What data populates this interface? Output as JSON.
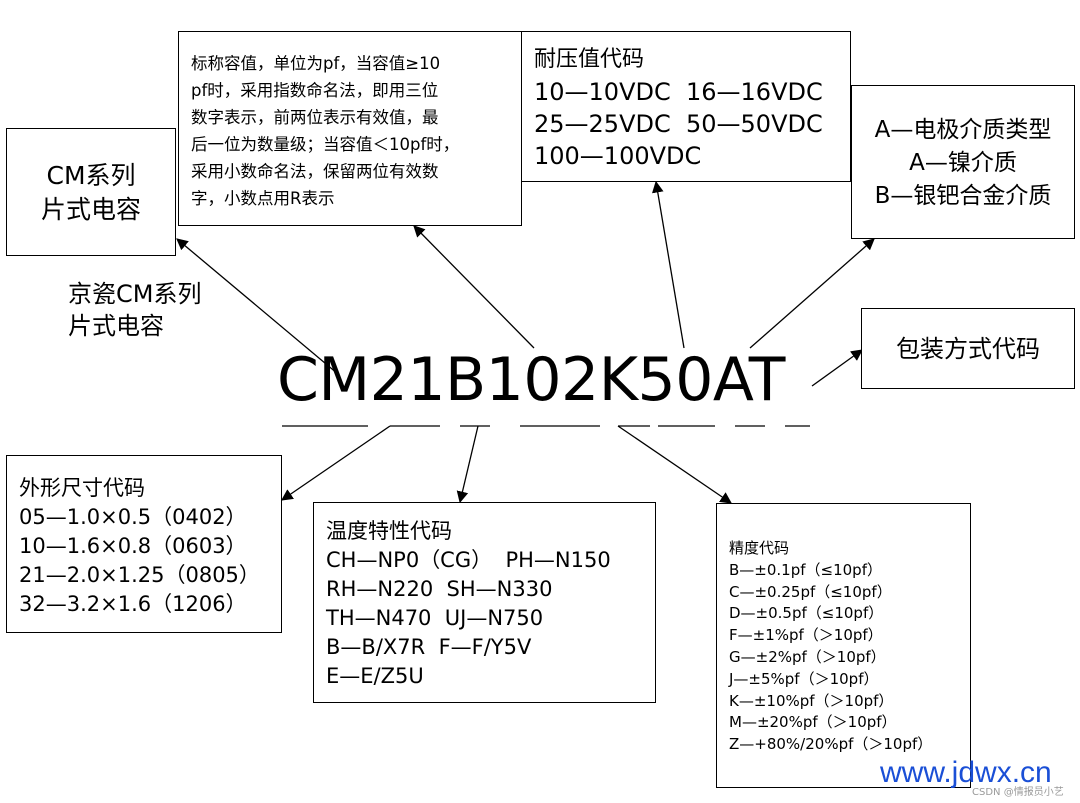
{
  "part_code": "CM21B102K50AT",
  "side_label": [
    "京瓷CM系列",
    "片式电容"
  ],
  "series_box": {
    "lines": [
      "CM系列",
      "片式电容"
    ]
  },
  "capacitance_box": {
    "lines": [
      "标称容值，单位为pf，当容值≥10",
      "pf时，采用指数命名法，即用三位",
      "数字表示，前两位表示有效值，最",
      "后一位为数量级；当容值＜10pf时，",
      "采用小数命名法，保留两位有效数",
      "字，小数点用R表示"
    ]
  },
  "voltage_box": {
    "title": "耐压值代码",
    "lines": [
      "10—10VDC  16—16VDC",
      "25—25VDC  50—50VDC",
      "100—100VDC"
    ]
  },
  "dielectric_box": {
    "lines": [
      "A—电极介质类型",
      "A—镍介质",
      "B—银钯合金介质"
    ]
  },
  "packaging_box": {
    "label": "包装方式代码"
  },
  "size_box": {
    "title": "外形尺寸代码",
    "lines": [
      "05—1.0×0.5（0402）",
      "10—1.6×0.8（0603）",
      "21—2.0×1.25（0805）",
      "32—3.2×1.6（1206）"
    ]
  },
  "temp_box": {
    "title": "温度特性代码",
    "lines": [
      "CH—NP0（CG）  PH—N150",
      "RH—N220  SH—N330",
      "TH—N470  UJ—N750",
      "B—B/X7R  F—F/Y5V",
      "E—E/Z5U"
    ]
  },
  "tolerance_box": {
    "title": "精度代码",
    "lines": [
      "B—±0.1pf（≤10pf）",
      "C—±0.25pf（≤10pf）",
      "D—±0.5pf（≤10pf）",
      "F—±1%pf（＞10pf）",
      "G—±2%pf（＞10pf）",
      "J—±5%pf（＞10pf）",
      "K—±10%pf（＞10pf）",
      "M—±20%pf（＞10pf）",
      "Z—+80%/20%pf（＞10pf）"
    ]
  },
  "watermark": "www.jdwx.cn",
  "credit": "CSDN @情报员小艺"
}
